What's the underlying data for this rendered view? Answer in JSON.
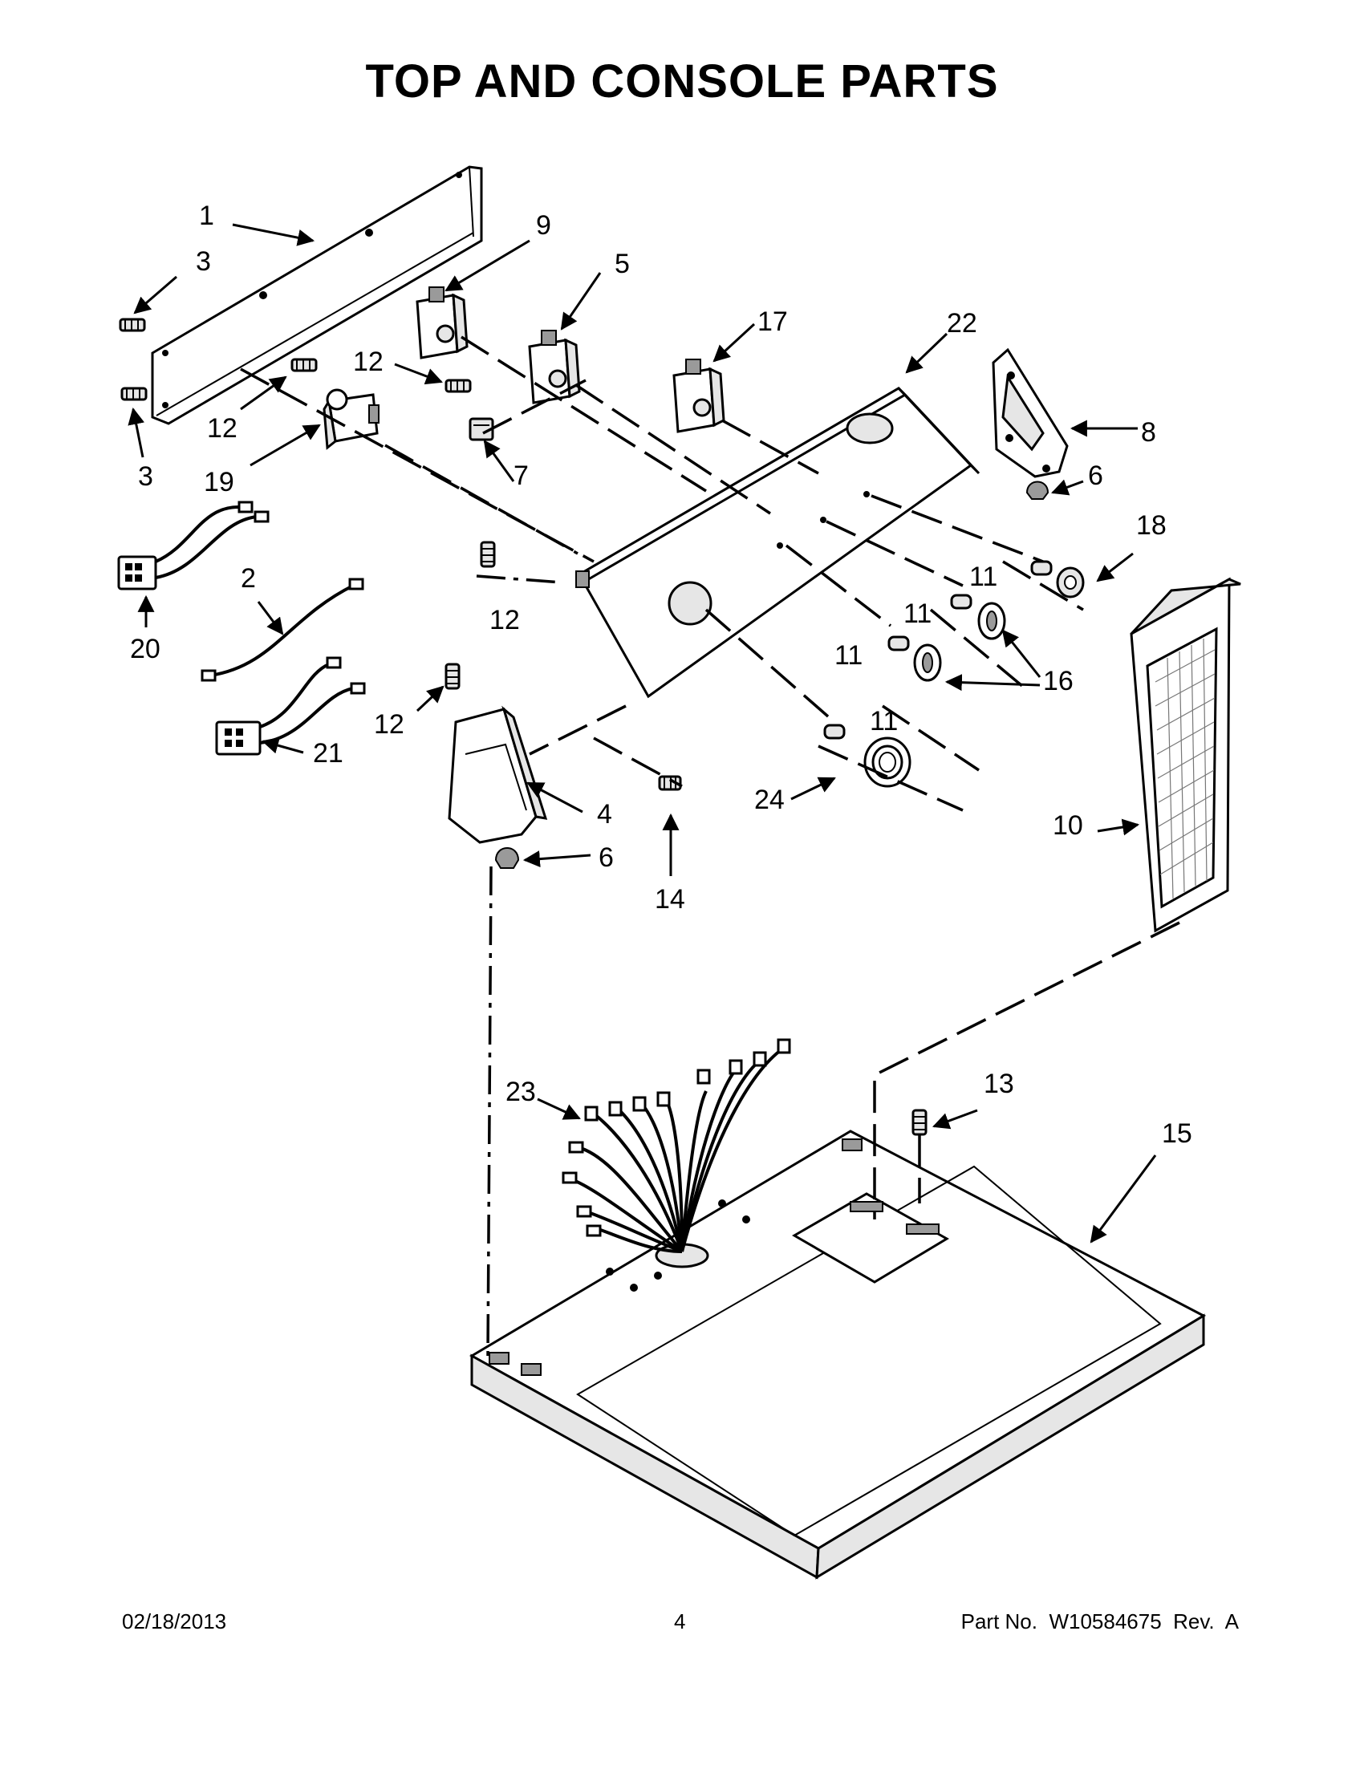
{
  "title": "TOP AND CONSOLE PARTS",
  "footer": {
    "date": "02/18/2013",
    "page": "4",
    "part_number": "Part No.  W10584675  Rev.  A"
  },
  "callouts": {
    "c1": "1",
    "c3a": "3",
    "c3b": "3",
    "c12a": "12",
    "c12b": "12",
    "c12c": "12",
    "c12d": "12",
    "c19": "19",
    "c9": "9",
    "c5": "5",
    "c7": "7",
    "c17": "17",
    "c22": "22",
    "c8": "8",
    "c6a": "6",
    "c18": "18",
    "c11a": "11",
    "c11b": "11",
    "c11c": "11",
    "c11d": "11",
    "c16": "16",
    "c20": "20",
    "c2": "2",
    "c21": "21",
    "c4": "4",
    "c6b": "6",
    "c14": "14",
    "c24": "24",
    "c10": "10",
    "c23": "23",
    "c13": "13",
    "c15": "15"
  }
}
